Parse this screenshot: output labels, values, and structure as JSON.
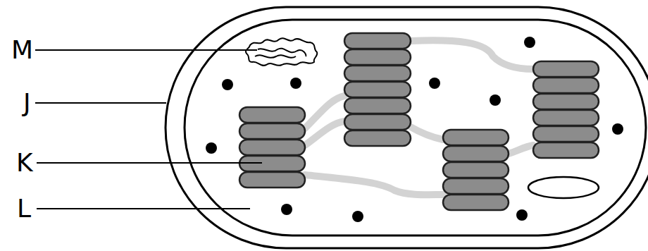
{
  "diagram": {
    "labels": [
      "M",
      "J",
      "K",
      "L"
    ]
  }
}
